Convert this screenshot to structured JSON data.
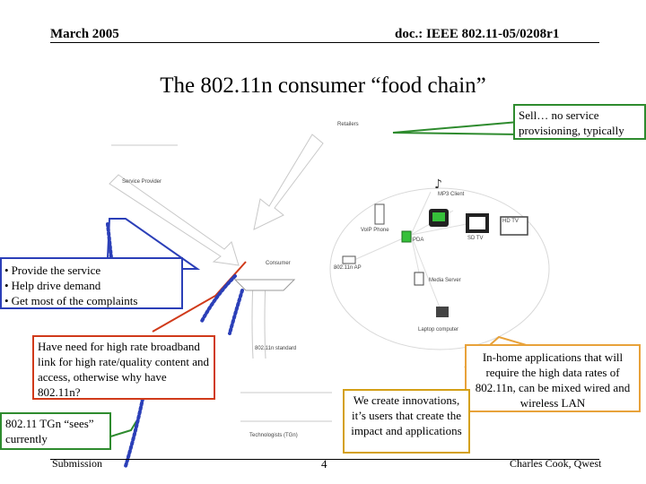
{
  "header": {
    "date": "March 2005",
    "doc": "doc.: IEEE 802.11-05/0208r1"
  },
  "title": "The 802.11n consumer “food chain”",
  "diagram": {
    "retailers": "Retailers",
    "service_provider": "Service Provider",
    "consumer": "Consumer",
    "voip_phone": "VoIP Phone",
    "mp3_client": "MP3 Client",
    "hd_tv": "HD TV",
    "sd_tv": "SD TV",
    "pda": "PDA",
    "ap": "802.11n AP",
    "media_server": "Media Server",
    "laptop": "Laptop computer",
    "ieee": "802.11n standard",
    "technologists": "Technologists (TGn)"
  },
  "callouts": {
    "sell": "Sell… no service provisioning, typically",
    "provide": [
      "Provide the service",
      "Help drive demand",
      "Get most of the complaints"
    ],
    "need": "Have need for high rate broadband link for high rate/quality content and access, otherwise why have 802.11n?",
    "inhome": "In-home applications that will require the high data rates of 802.11n, can be mixed wired and wireless LAN",
    "innov": "We create innovations, it’s users that create the impact and applications",
    "tgn": "802.11 TGn “sees” currently"
  },
  "footer": {
    "left": "Submission",
    "page": "4",
    "author": "Charles Cook, Qwest"
  },
  "colors": {
    "green": "#2e8b2e",
    "blue": "#2b3fb8",
    "red": "#d03a1a",
    "orange": "#e8a23a",
    "gold": "#d4a017"
  }
}
